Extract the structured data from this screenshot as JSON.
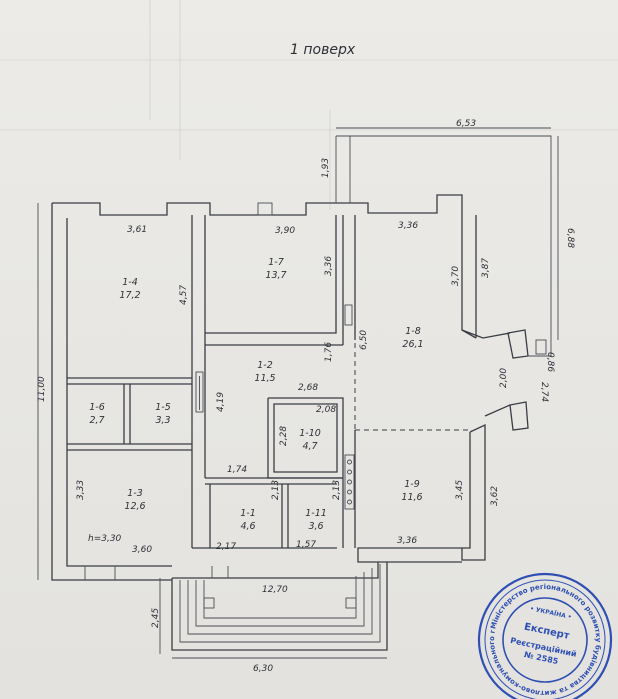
{
  "title": "1 поверх",
  "rooms": [
    {
      "id": "1-4",
      "area": "17,2"
    },
    {
      "id": "1-7",
      "area": "13,7"
    },
    {
      "id": "1-8",
      "area": "26,1"
    },
    {
      "id": "1-2",
      "area": "11,5"
    },
    {
      "id": "1-6",
      "area": "2,7"
    },
    {
      "id": "1-5",
      "area": "3,3"
    },
    {
      "id": "1-10",
      "area": "4,7"
    },
    {
      "id": "1-3",
      "area": "12,6"
    },
    {
      "id": "1-1",
      "area": "4,6"
    },
    {
      "id": "1-11",
      "area": "3,6"
    },
    {
      "id": "1-9",
      "area": "11,6"
    }
  ],
  "dimensions": [
    "6,53",
    "1,93",
    "6,88",
    "3,61",
    "3,90",
    "3,36",
    "4,57",
    "3,36",
    "3,70",
    "3,87",
    "6,50",
    "1,76",
    "0,86",
    "2,00",
    "2,74",
    "11,00",
    "2,68",
    "2,08",
    "4,19",
    "2,28",
    "1,74",
    "2,13",
    "2,13",
    "3,33",
    "3,45",
    "3,62",
    "h=3,30",
    "3,60",
    "2,17",
    "1,57",
    "3,36",
    "12,70",
    "2,45",
    "6,30"
  ],
  "stamp": {
    "center": "Експерт",
    "line1": "Реєстраційний",
    "line2": "№ 2585",
    "arc_top": "• УКРАЇНА •",
    "ring": "Міністерство регіонального розвитку будівництва та житлово-комунального господарства України • Експерт"
  },
  "colors": {
    "ink": "#2e3038",
    "stamp": "#2f4fb4",
    "paper": "#ecebe7"
  }
}
